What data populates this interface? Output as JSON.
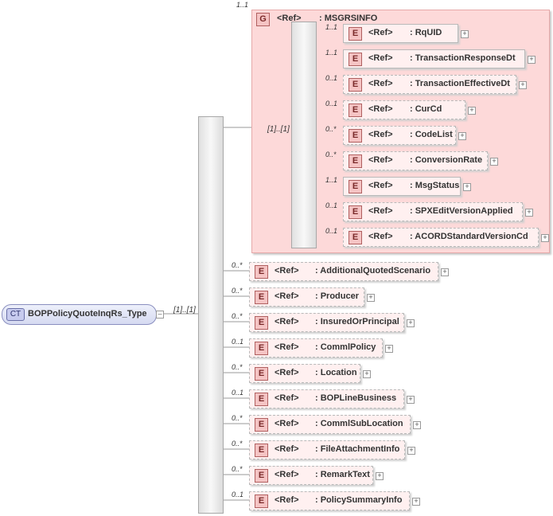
{
  "complex_type": {
    "badge": "CT",
    "name": "BOPPolicyQuoteInqRs_Type",
    "cardinality": "[1]..[1]"
  },
  "group": {
    "badge": "G",
    "ref": "<Ref>",
    "name": ": MSGRSINFO",
    "cardinality": "1..1",
    "seq_cardinality": "[1]..[1]"
  },
  "group_children": [
    {
      "badge": "E",
      "ref": "<Ref>",
      "name": ": RqUID",
      "cardinality": "1..1",
      "optional": false
    },
    {
      "badge": "E",
      "ref": "<Ref>",
      "name": ": TransactionResponseDt",
      "cardinality": "1..1",
      "optional": false
    },
    {
      "badge": "E",
      "ref": "<Ref>",
      "name": ": TransactionEffectiveDt",
      "cardinality": "0..1",
      "optional": true
    },
    {
      "badge": "E",
      "ref": "<Ref>",
      "name": ": CurCd",
      "cardinality": "0..1",
      "optional": true
    },
    {
      "badge": "E",
      "ref": "<Ref>",
      "name": ": CodeList",
      "cardinality": "0..*",
      "optional": true
    },
    {
      "badge": "E",
      "ref": "<Ref>",
      "name": ": ConversionRate",
      "cardinality": "0..*",
      "optional": true
    },
    {
      "badge": "E",
      "ref": "<Ref>",
      "name": ": MsgStatus",
      "cardinality": "1..1",
      "optional": false
    },
    {
      "badge": "E",
      "ref": "<Ref>",
      "name": ": SPXEditVersionApplied",
      "cardinality": "0..1",
      "optional": true
    },
    {
      "badge": "E",
      "ref": "<Ref>",
      "name": ": ACORDStandardVersionCd",
      "cardinality": "0..1",
      "optional": true
    }
  ],
  "elements": [
    {
      "badge": "E",
      "ref": "<Ref>",
      "name": ": AdditionalQuotedScenario",
      "cardinality": "0..*"
    },
    {
      "badge": "E",
      "ref": "<Ref>",
      "name": ": Producer",
      "cardinality": "0..*"
    },
    {
      "badge": "E",
      "ref": "<Ref>",
      "name": ": InsuredOrPrincipal",
      "cardinality": "0..*"
    },
    {
      "badge": "E",
      "ref": "<Ref>",
      "name": ": CommlPolicy",
      "cardinality": "0..1"
    },
    {
      "badge": "E",
      "ref": "<Ref>",
      "name": ": Location",
      "cardinality": "0..*"
    },
    {
      "badge": "E",
      "ref": "<Ref>",
      "name": ": BOPLineBusiness",
      "cardinality": "0..1"
    },
    {
      "badge": "E",
      "ref": "<Ref>",
      "name": ": CommlSubLocation",
      "cardinality": "0..*"
    },
    {
      "badge": "E",
      "ref": "<Ref>",
      "name": ": FileAttachmentInfo",
      "cardinality": "0..*"
    },
    {
      "badge": "E",
      "ref": "<Ref>",
      "name": ": RemarkText",
      "cardinality": "0..*"
    },
    {
      "badge": "E",
      "ref": "<Ref>",
      "name": ": PolicySummaryInfo",
      "cardinality": "0..1"
    }
  ],
  "icons": {
    "sequence": "sequence-compositor-icon",
    "expand": "expand-plus-icon",
    "collapse": "collapse-minus-icon"
  },
  "colors": {
    "element_fill": "#fff0f0",
    "group_fill": "#fdd9d9",
    "badge_fill": "#f5c4c4",
    "complex_type_fill": "#d6daf1"
  }
}
